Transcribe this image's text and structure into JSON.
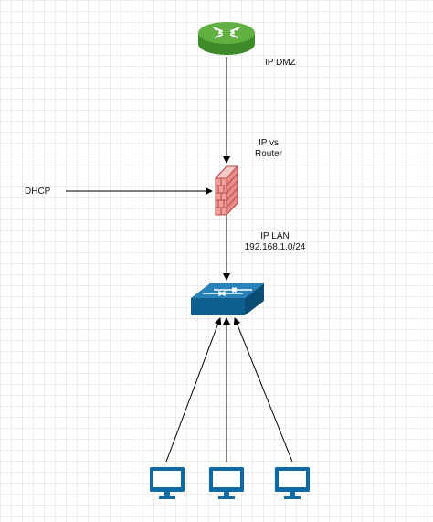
{
  "labels": {
    "ip_dmz": "IP DMZ",
    "ip_vs_line1": "IP vs",
    "ip_vs_line2": "Router",
    "dhcp": "DHCP",
    "ip_lan_line1": "IP LAN",
    "ip_lan_line2": "192.168.1.0/24"
  },
  "icons": {
    "router": "router-icon",
    "firewall": "firewall-icon",
    "switch": "network-switch-icon",
    "workstation": "monitor-icon"
  },
  "colors": {
    "router_green": "#58a73a",
    "firewall_red": "#e8817e",
    "switch_blue": "#106a9e",
    "monitor_blue": "#0f6aa3",
    "connector": "#000000"
  }
}
